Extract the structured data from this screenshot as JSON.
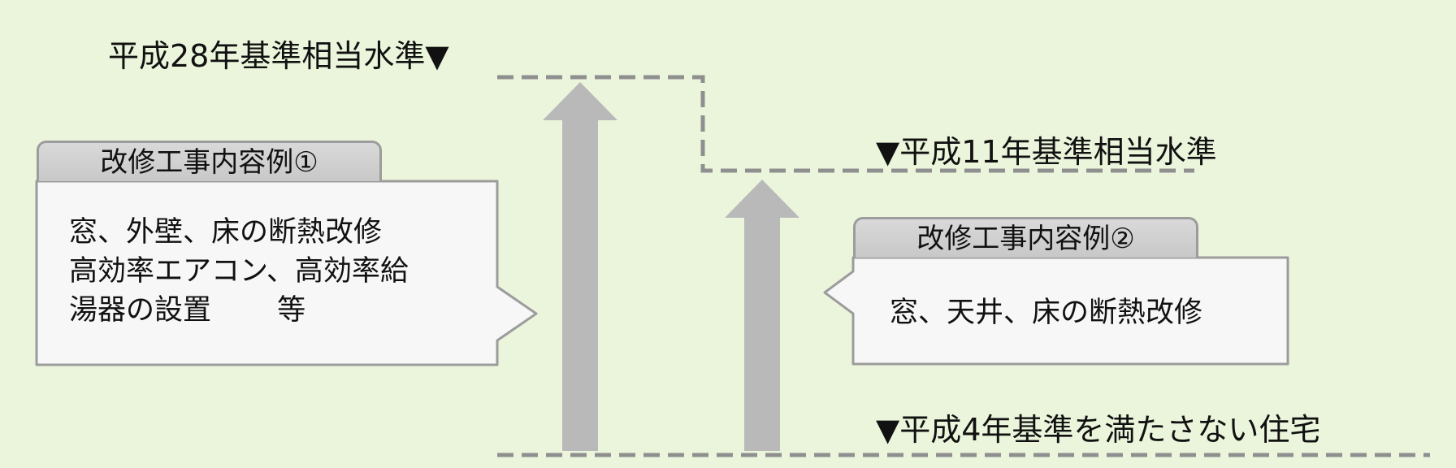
{
  "levels": {
    "h28": "平成28年基準相当水準▼",
    "h11": "▼平成11年基準相当水準",
    "h4": "▼平成4年基準を満たさない住宅"
  },
  "examples": [
    {
      "title": "改修工事内容例①",
      "lines": [
        "窓、外壁、床の断熱改修",
        "高効率エアコン、高効率給",
        "湯器の設置　　 等"
      ]
    },
    {
      "title": "改修工事内容例②",
      "lines": [
        "窓、天井、床の断熱改修"
      ]
    }
  ],
  "colors": {
    "background": "#ebf5dc",
    "arrow": "#b9b9b9",
    "dashed_line": "#8f8f8f",
    "box_border": "#9c9c9c",
    "box_fill": "#f7f7f7",
    "tab_fill": "#d0d0d0"
  }
}
